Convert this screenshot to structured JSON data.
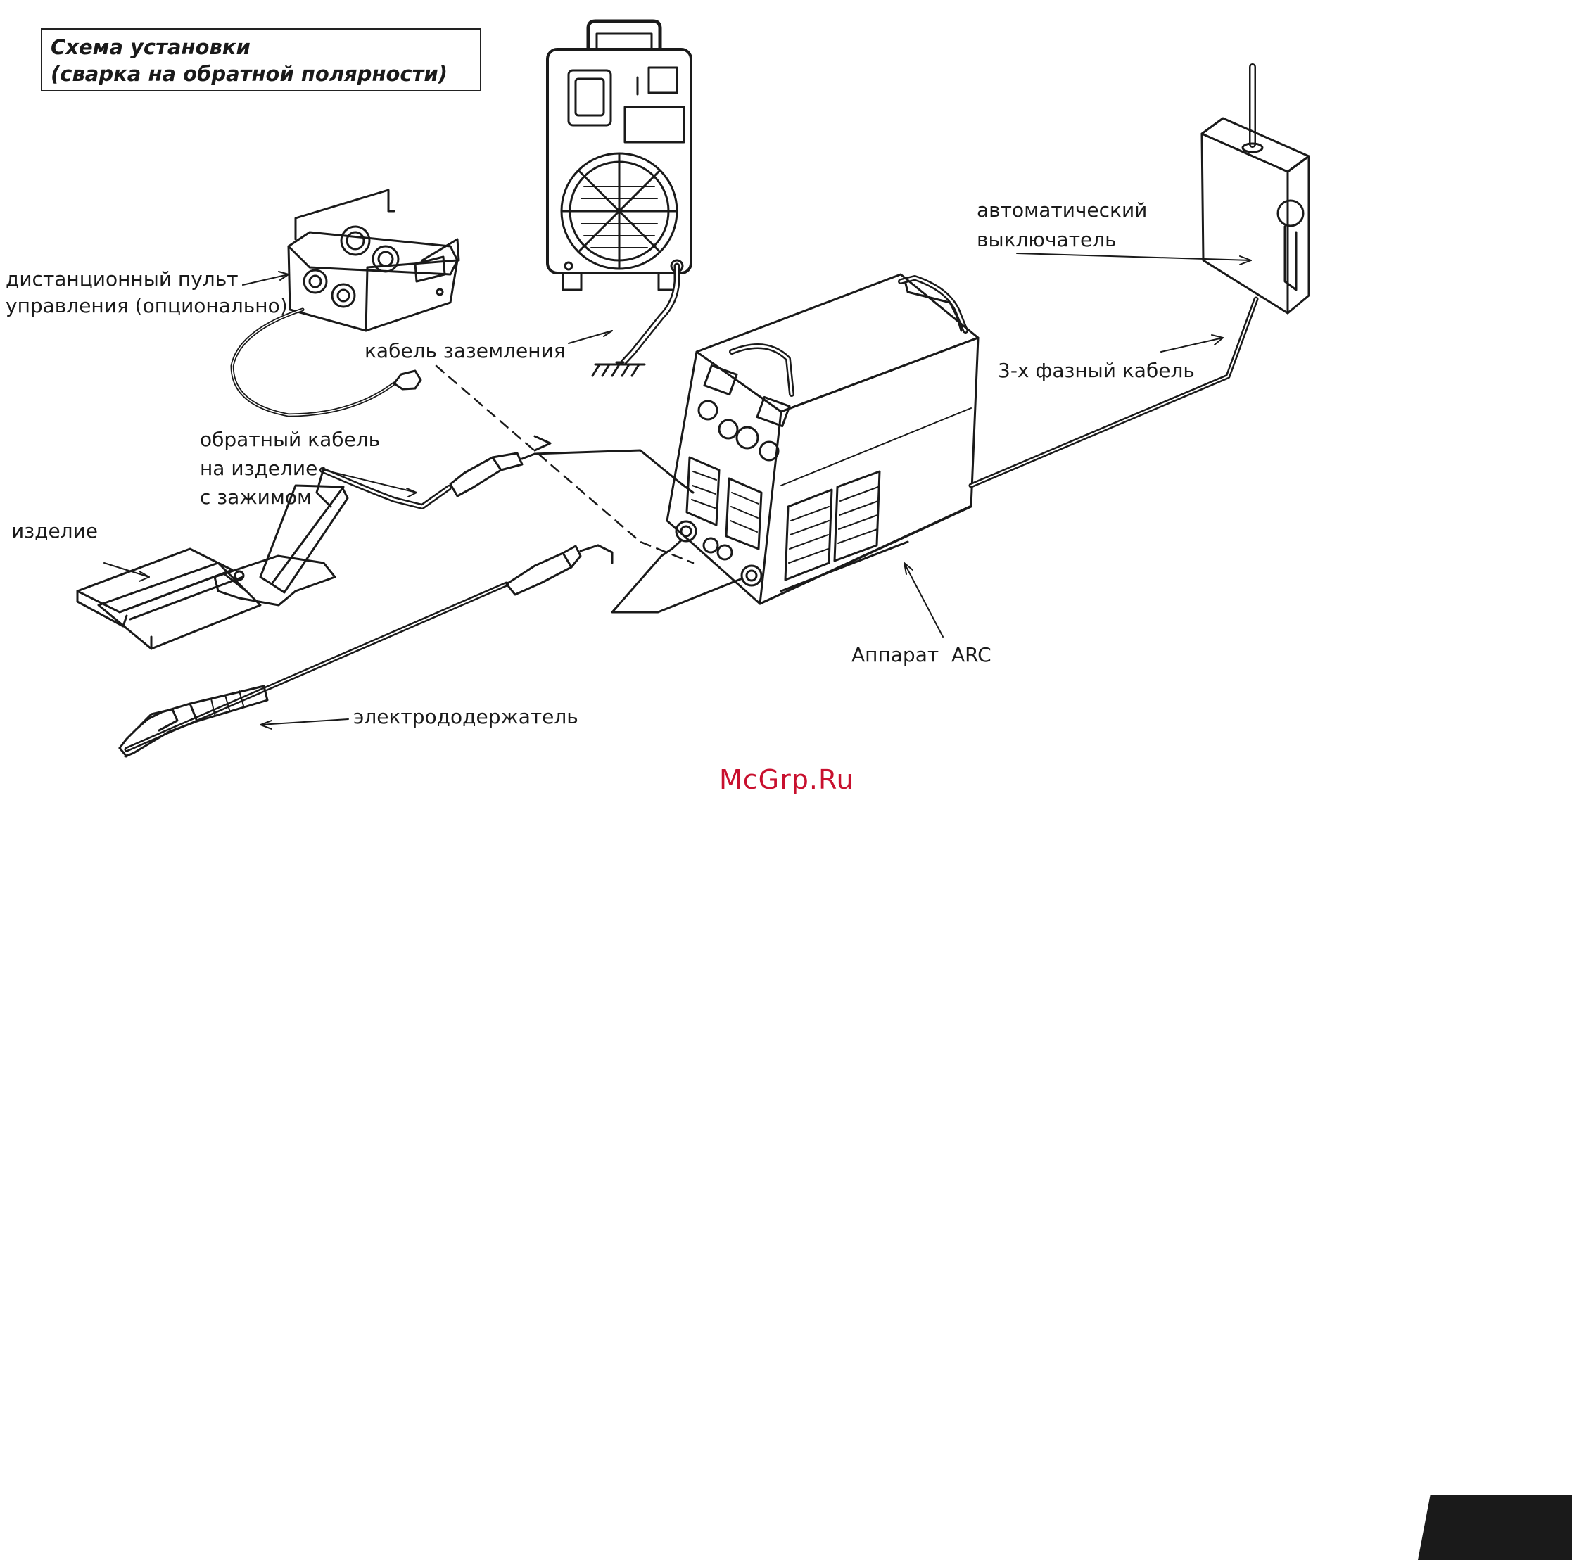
{
  "title": {
    "line1": "Схема установки",
    "line2": "(сварка на обратной полярности)"
  },
  "labels": {
    "remote_line1": "дистанционный пульт",
    "remote_line2": "управления (опционально)",
    "ground_cable": "кабель заземления",
    "return_line1": "обратный кабель",
    "return_line2": "на изделие",
    "return_line3": "с зажимом",
    "workpiece": "изделие",
    "breaker_line1": "автоматический",
    "breaker_line2": "выключатель",
    "three_phase": "3-х фазный кабель",
    "machine": "Аппарат  ARC",
    "electrode_holder": "электрододержатель"
  },
  "watermark": "McGrp.Ru",
  "colors": {
    "ink": "#1a1a1a",
    "watermark": "#c8102e"
  }
}
